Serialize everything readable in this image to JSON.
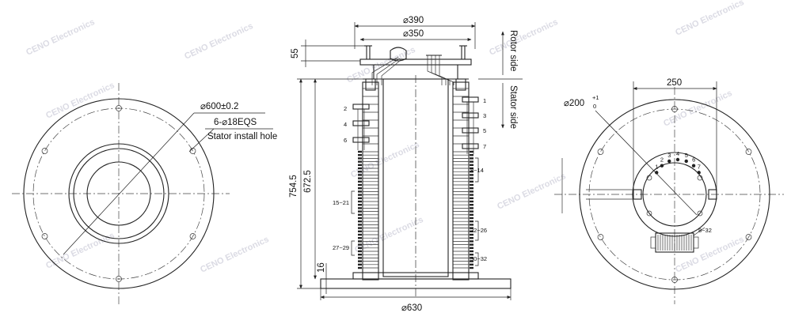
{
  "watermark": "CENO Electronics",
  "front": {
    "outer_dia": "⌀600±0.2",
    "holes": "6-⌀18EQS",
    "holes_note": "Stator install hole"
  },
  "side": {
    "top_dia": "⌀390",
    "inner_dia": "⌀350",
    "height_top": "55",
    "total_height": "754.5",
    "body_height": "672.5",
    "base_height": "16",
    "base_dia": "⌀630",
    "rotor_side": "Rotor side",
    "stator_side": "Stator side",
    "left_leads": [
      "2",
      "4",
      "6"
    ],
    "right_leads": [
      "1",
      "3",
      "5",
      "7"
    ],
    "left_groups": [
      "15~21",
      "27~29"
    ],
    "right_groups": [
      "8~14",
      "22~26",
      "30~32"
    ]
  },
  "top": {
    "width": "250",
    "bore_dia": "⌀200",
    "bore_tol_upper": "+1",
    "bore_tol_lower": "0",
    "pin_labels": [
      "1",
      "2",
      "3",
      "4",
      "5",
      "6",
      "7"
    ],
    "group_label": "8~32"
  }
}
